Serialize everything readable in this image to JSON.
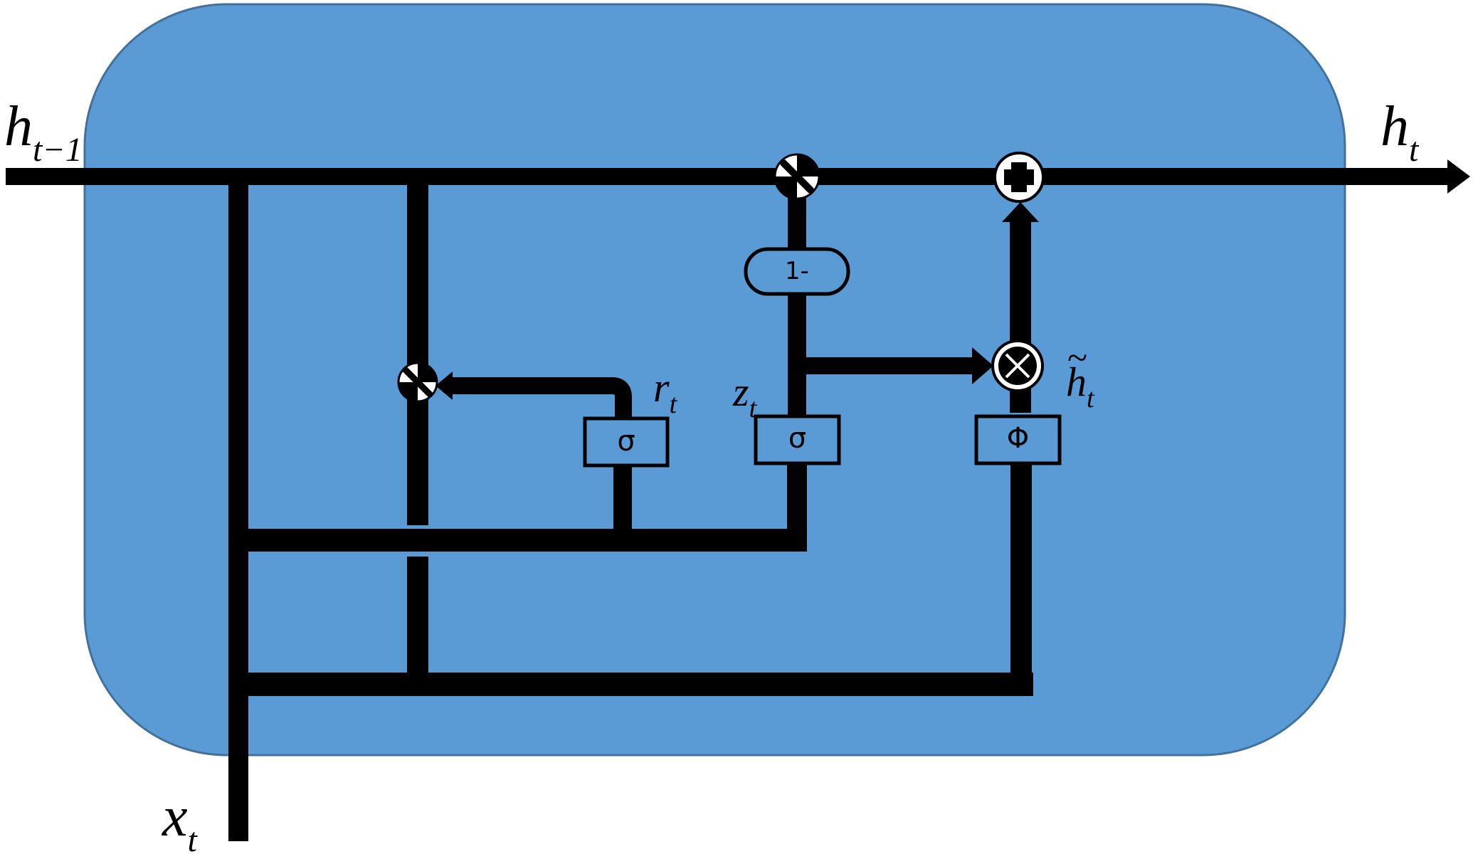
{
  "labels": {
    "h_prev": {
      "base": "h",
      "sub": "t−1"
    },
    "h_out": {
      "base": "h",
      "sub": "t"
    },
    "x_in": {
      "base": "x",
      "sub": "t"
    },
    "reset_gate": {
      "base": "r",
      "sub": "t"
    },
    "update_gate": {
      "base": "z",
      "sub": "t"
    },
    "candidate": {
      "base": "h",
      "sub": "t",
      "accent": "~"
    }
  },
  "boxes": {
    "reset_sigma": "σ",
    "update_sigma": "σ",
    "candidate_phi": "Φ",
    "one_minus": "1-"
  },
  "operators": {
    "reset_multiply": "multiply",
    "update_multiply": "multiply",
    "candidate_multiply": "multiply",
    "sum": "add"
  },
  "colors": {
    "cell_fill": "#5b9bd5",
    "cell_border": "#41719c",
    "line": "#000000",
    "gate_box_fill": "#5b9bd5"
  }
}
